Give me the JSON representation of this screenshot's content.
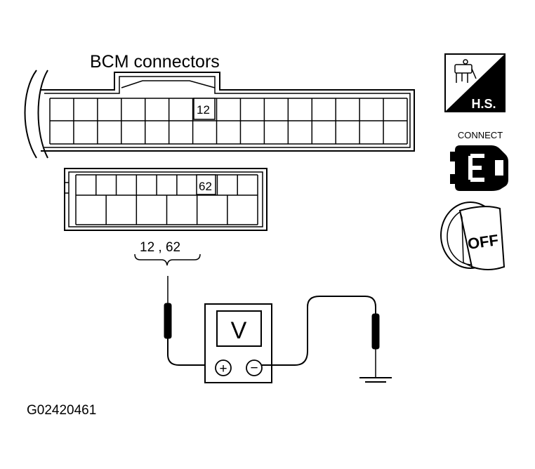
{
  "diagram": {
    "title": "BCM connectors",
    "connector_upper_pin": "12",
    "connector_lower_pin": "62",
    "pin_label": "12 , 62",
    "meter_label": "V",
    "plus_symbol": "+",
    "minus_symbol": "−",
    "figure_id": "G02420461"
  },
  "icons": {
    "harness_side": {
      "name": "harness-side-icon",
      "label": "H.S."
    },
    "connect": {
      "name": "connect-icon",
      "label": "CONNECT"
    },
    "ignition": {
      "name": "ignition-key-off-icon",
      "label": "OFF"
    }
  }
}
